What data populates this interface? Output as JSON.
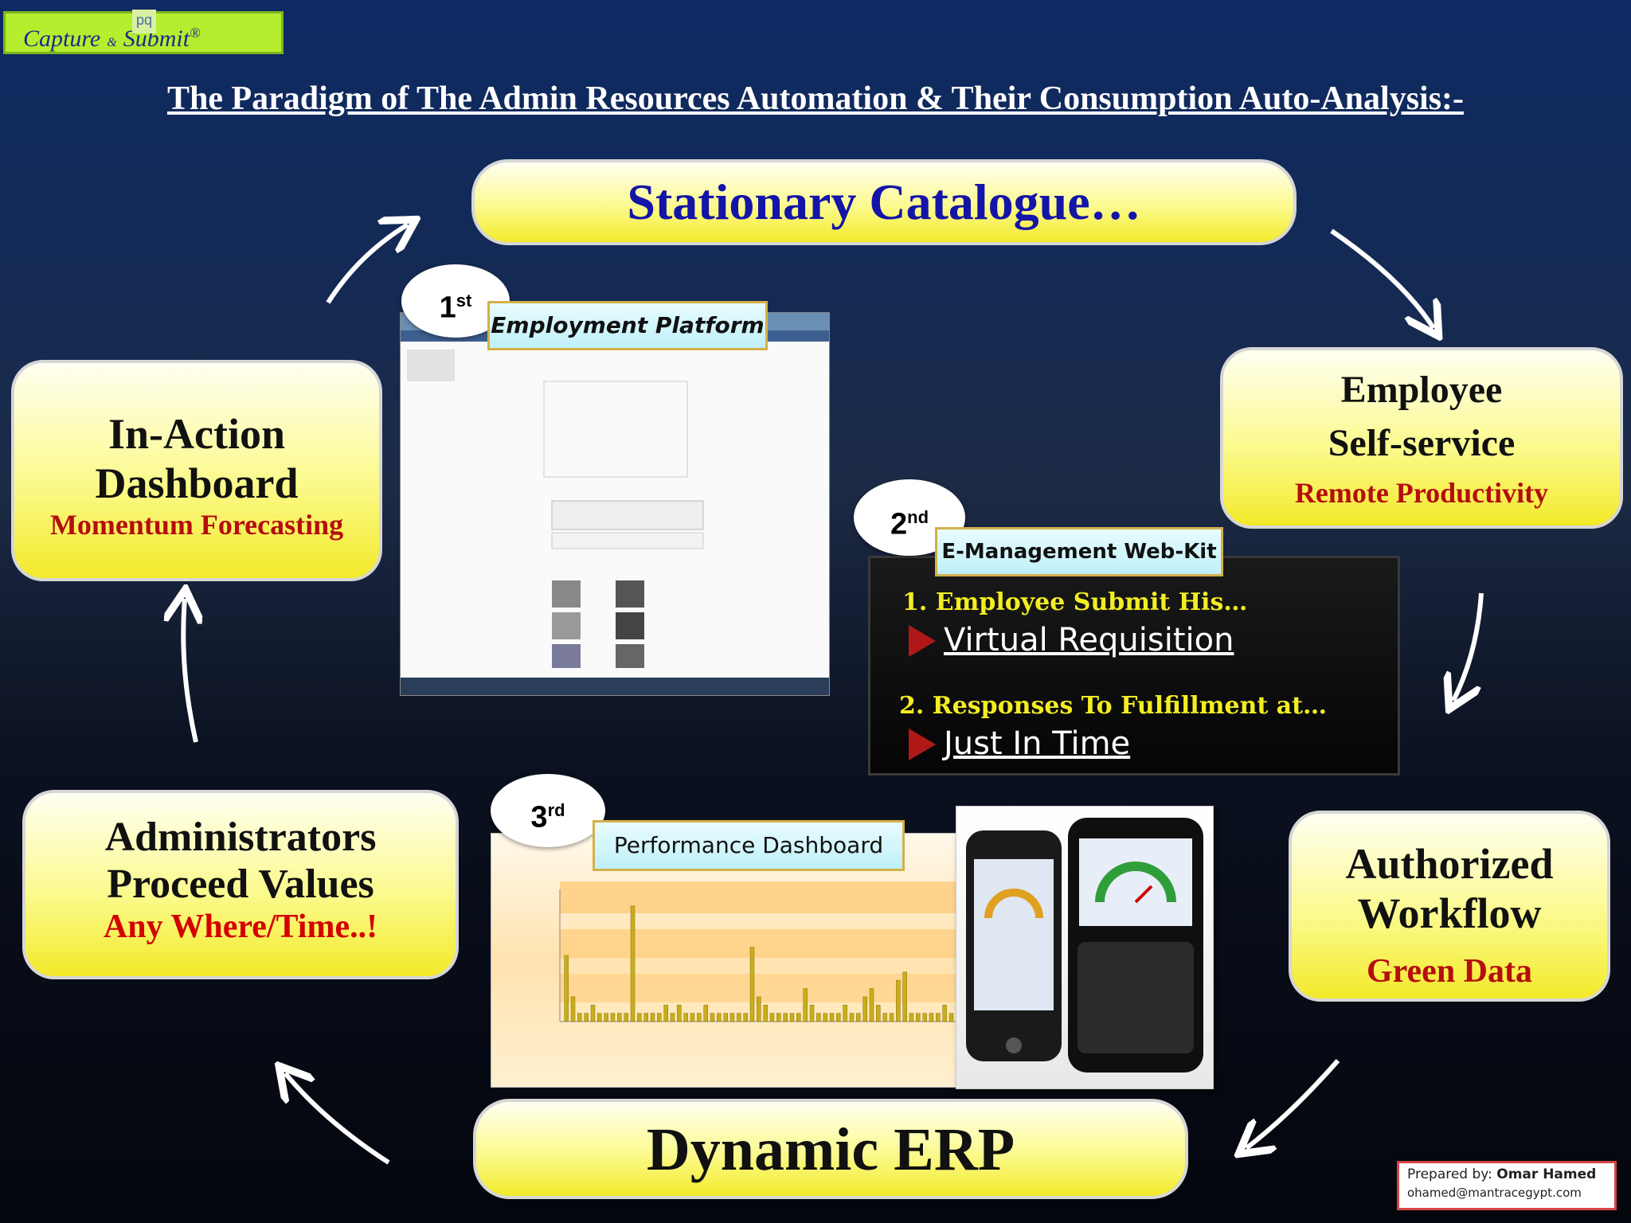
{
  "logo": {
    "capture": "Capture",
    "amp": "&",
    "submit": "Submit",
    "reg": "®",
    "mark": "pq"
  },
  "title": "The Paradigm of The Admin Resources Automation & Their Consumption Auto-Analysis:-",
  "cycle": {
    "catalogue": "Stationary Catalogue…",
    "employee": {
      "line1": "Employee",
      "line2": "Self-service",
      "sub": "Remote Productivity"
    },
    "workflow": {
      "line1": "Authorized",
      "line2": "Workflow",
      "sub": "Green Data"
    },
    "erp": "Dynamic ERP",
    "admins": {
      "line1": "Administrators",
      "line2": "Proceed Values",
      "sub": "Any Where/Time..!"
    },
    "dashboard": {
      "line1": "In-Action",
      "line2": "Dashboard",
      "sub": "Momentum Forecasting"
    }
  },
  "steps": {
    "first": {
      "num": "1",
      "sup": "st",
      "label": "Employment Platform"
    },
    "second": {
      "num": "2",
      "sup": "nd",
      "label": "E-Management Web-Kit"
    },
    "third": {
      "num": "3",
      "sup": "rd",
      "label": "Performance Dashboard"
    }
  },
  "webkit": {
    "line1": "1. Employee Submit His…",
    "link1": "Virtual  Requisition",
    "line2": "2. Responses To Fulfillment at…",
    "link2": "Just In Time"
  },
  "prepared": {
    "label": "Prepared by:",
    "name": "Omar Hamed",
    "email": "ohamed@mantracegypt.com"
  },
  "colors": {
    "box_yellow": "#fbfa8e",
    "accent_red": "#b50d0d",
    "title_blue": "#1414a8",
    "kit_yellow": "#f3ee22",
    "logo_green": "#b5ee2e"
  },
  "chart_data": {
    "type": "bar",
    "values": [
      8,
      3,
      1,
      1,
      2,
      1,
      1,
      1,
      1,
      1,
      14,
      1,
      1,
      1,
      1,
      2,
      1,
      2,
      1,
      1,
      1,
      2,
      1,
      1,
      1,
      1,
      1,
      1,
      9,
      3,
      2,
      1,
      1,
      1,
      1,
      1,
      4,
      2,
      1,
      1,
      1,
      1,
      2,
      1,
      1,
      3,
      4,
      2,
      1,
      1,
      5,
      6,
      1,
      1,
      1,
      1,
      1,
      2,
      1,
      1
    ],
    "ylim": [
      0,
      16
    ]
  }
}
